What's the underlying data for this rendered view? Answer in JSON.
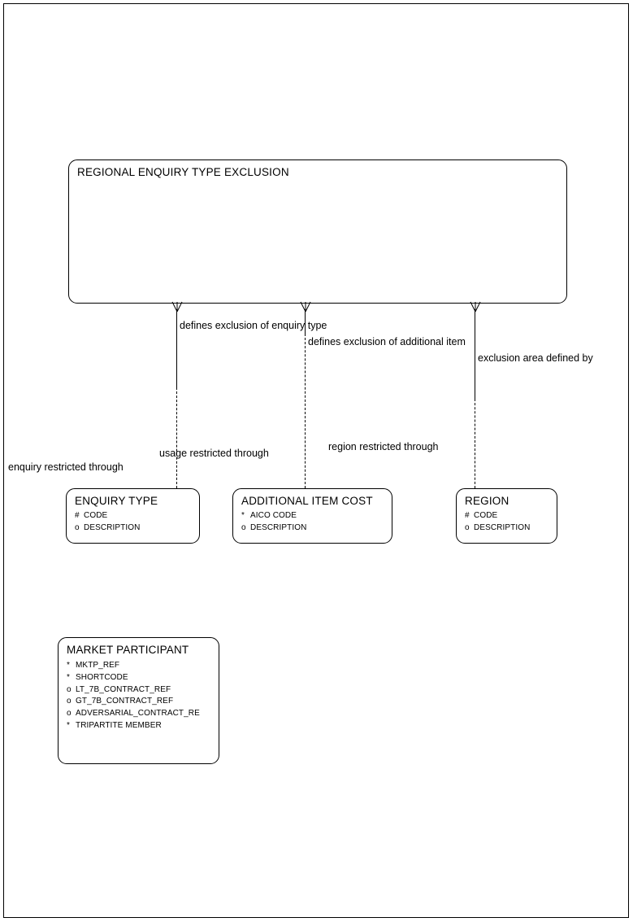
{
  "diagram": {
    "title": "REGIONAL ENQUIRY TYPE EXCLUSION",
    "type": "entity-relationship-diagram",
    "notation": "crows-foot"
  },
  "entities": {
    "regional_enquiry_type_exclusion": {
      "name": "REGIONAL ENQUIRY TYPE EXCLUSION",
      "attributes": []
    },
    "enquiry_type": {
      "name": "ENQUIRY TYPE",
      "attributes": [
        {
          "marker": "#",
          "label": "CODE"
        },
        {
          "marker": "o",
          "label": "DESCRIPTION"
        }
      ]
    },
    "additional_item_cost": {
      "name": "ADDITIONAL ITEM COST",
      "attributes": [
        {
          "marker": "*",
          "label": "AICO CODE"
        },
        {
          "marker": "o",
          "label": "DESCRIPTION"
        }
      ]
    },
    "region": {
      "name": "REGION",
      "attributes": [
        {
          "marker": "#",
          "label": "CODE"
        },
        {
          "marker": "o",
          "label": "DESCRIPTION"
        }
      ]
    },
    "market_participant": {
      "name": "MARKET PARTICIPANT",
      "attributes": [
        {
          "marker": "*",
          "label": "MKTP_REF"
        },
        {
          "marker": "*",
          "label": "SHORTCODE"
        },
        {
          "marker": "o",
          "label": "LT_7B_CONTRACT_REF"
        },
        {
          "marker": "o",
          "label": "GT_7B_CONTRACT_REF"
        },
        {
          "marker": "o",
          "label": "ADVERSARIAL_CONTRACT_RE"
        },
        {
          "marker": "*",
          "label": "TRIPARTITE MEMBER"
        }
      ]
    }
  },
  "relationships": [
    {
      "id": "rel-1-top",
      "label": "defines exclusion of enquiry type"
    },
    {
      "id": "rel-2-top",
      "label": "defines exclusion of additional item"
    },
    {
      "id": "rel-3-top",
      "label": "exclusion area defined by"
    },
    {
      "id": "rel-1-bottom",
      "label": "enquiry restricted through"
    },
    {
      "id": "rel-2-bottom",
      "label": "usage restricted through"
    },
    {
      "id": "rel-3-bottom",
      "label": "region restricted through"
    }
  ],
  "colors": {
    "line": "#000000",
    "text": "#000000",
    "background": "#ffffff"
  }
}
